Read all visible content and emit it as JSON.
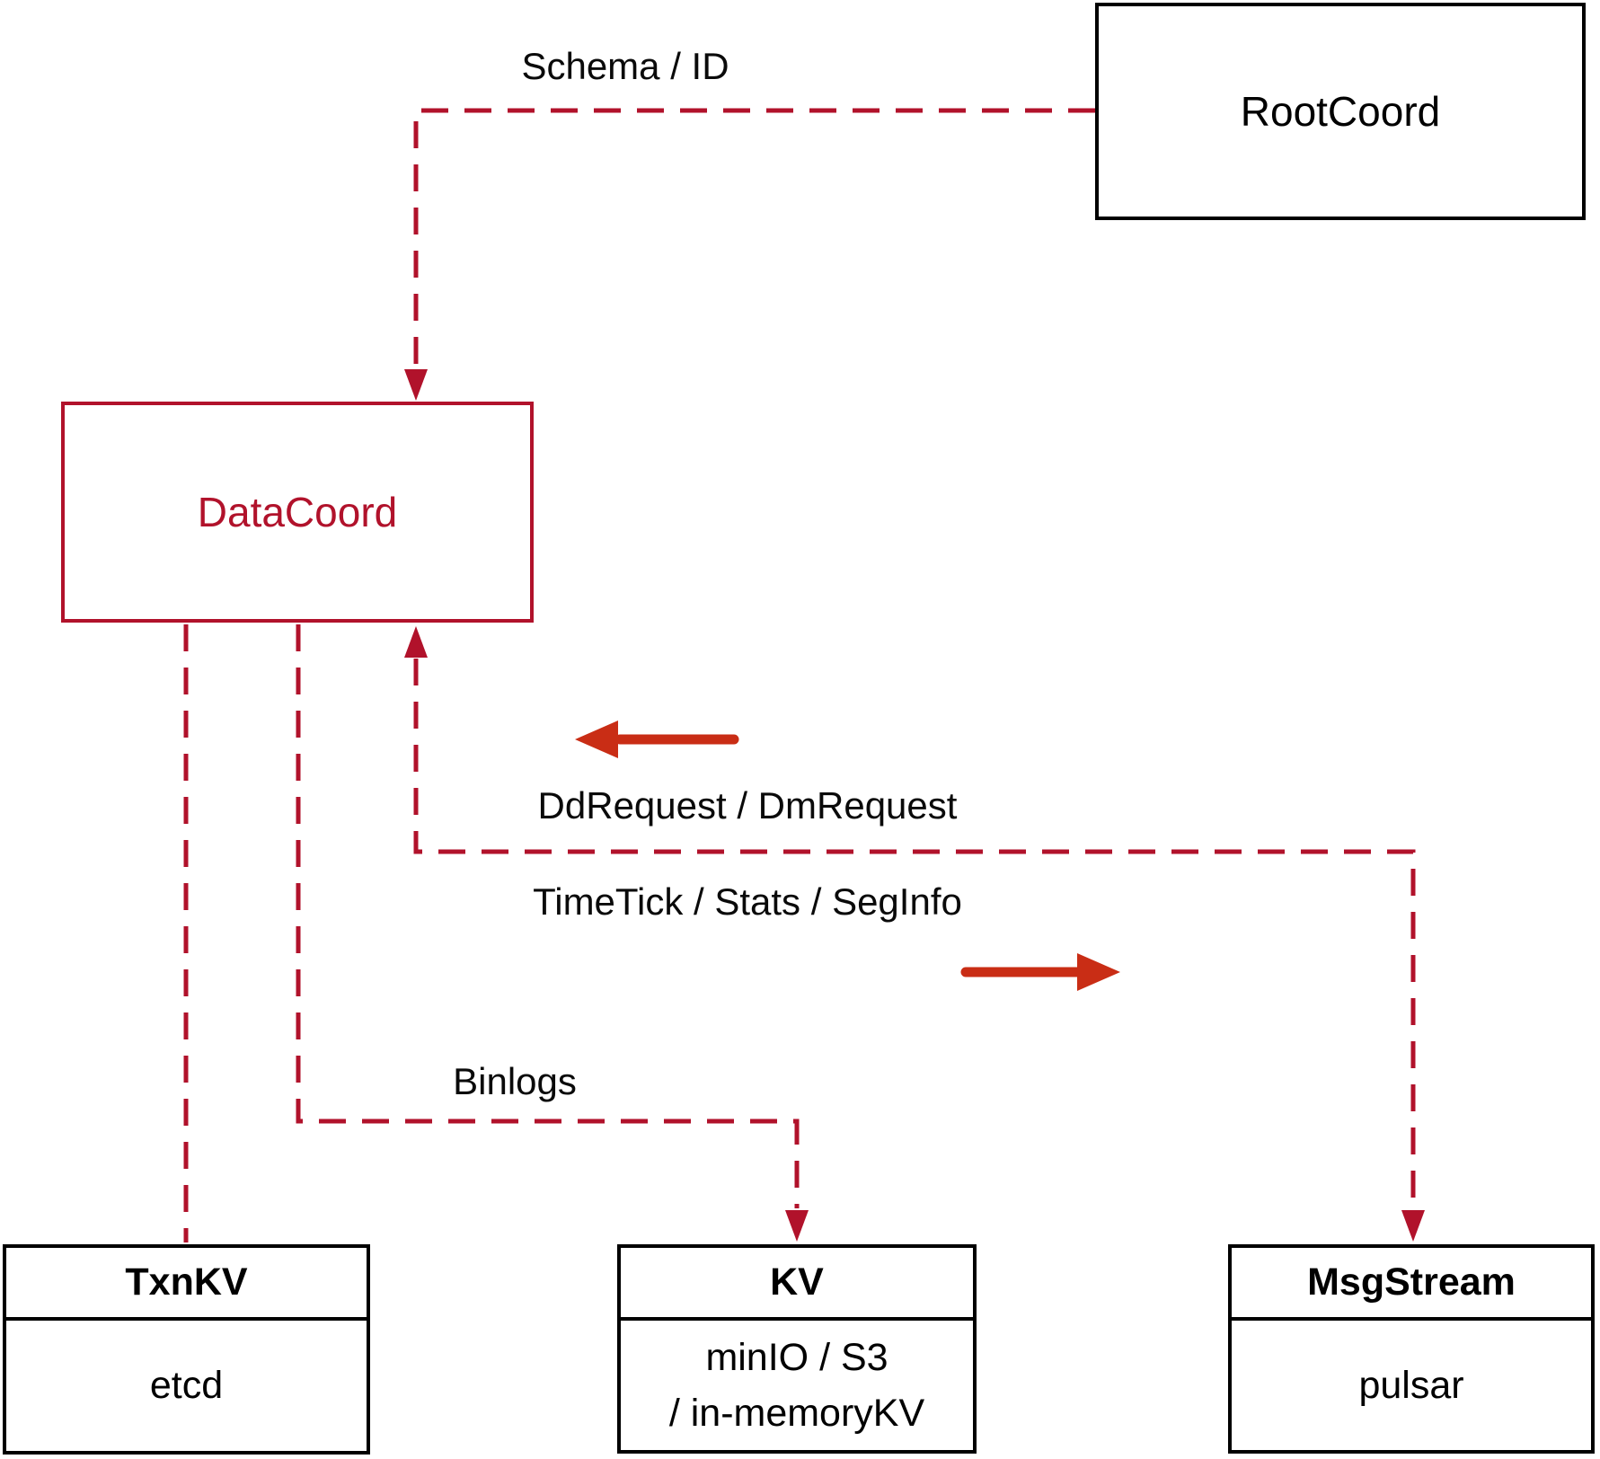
{
  "colors": {
    "connector": "#b1122b",
    "arrow": "#c92d15",
    "box_border": "#000000",
    "datacoord": "#b1122b",
    "label_color": "#0a0a0a"
  },
  "nodes": {
    "rootcoord": {
      "label": "RootCoord"
    },
    "datacoord": {
      "label": "DataCoord"
    },
    "txnkv": {
      "title": "TxnKV",
      "subtitle": "etcd"
    },
    "kv": {
      "title": "KV",
      "subtitle_line1": "minIO / S3",
      "subtitle_line2": "/ in-memoryKV"
    },
    "msgstream": {
      "title": "MsgStream",
      "subtitle": "pulsar"
    }
  },
  "edges": {
    "schema_id": {
      "label": "Schema / ID"
    },
    "dd_request": {
      "label": "DdRequest / DmRequest"
    },
    "timetick": {
      "label": "TimeTick / Stats / SegInfo"
    },
    "binlogs": {
      "label": "Binlogs"
    }
  }
}
